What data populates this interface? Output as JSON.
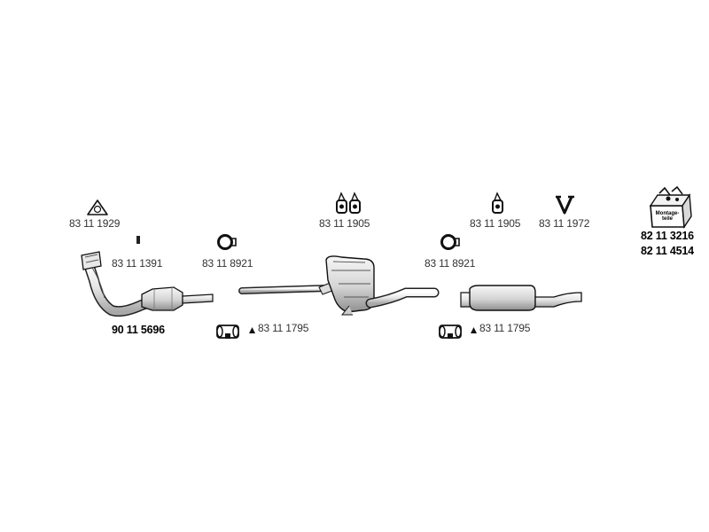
{
  "parts": {
    "gasket_front": "83 11 1929",
    "bracket_small": "83 11 1391",
    "catalyst": "90 11 5696",
    "clamp_front": "83 11 8921",
    "sleeve_left": "83 11 1795",
    "hanger_pair_middle": "83 11 1905",
    "clamp_rear": "83 11 8921",
    "sleeve_right": "83 11 1795",
    "hanger_rear": "83 11 1905",
    "hanger_v": "83 11 1972",
    "kit_1": "82 11 3216",
    "kit_2": "82 11 4514"
  },
  "kit_box": {
    "label": "Montage-teile"
  }
}
